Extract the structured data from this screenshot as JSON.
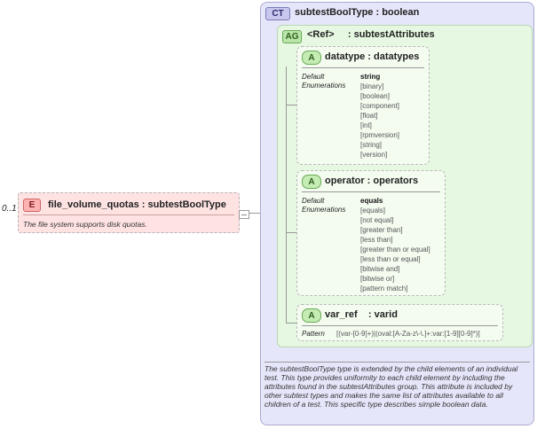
{
  "element": {
    "occurrence": "0..1",
    "badge": "E",
    "title": "file_volume_quotas : subtestBoolType",
    "documentation": "The file system supports disk quotas."
  },
  "complex_type": {
    "badge": "CT",
    "title": "subtestBoolType : boolean",
    "documentation": "The subtestBoolType type is extended by the child elements of an individual test.  This type provides uniformity to each child element by including the attributes found in the subtestAttributes group.  This attribute is included by other subtest types and makes the same list of attributes available to all children of a test.  This specific type describes simple boolean data."
  },
  "attribute_group": {
    "badge": "AG",
    "title": "<Ref>     : subtestAttributes"
  },
  "attributes": [
    {
      "badge": "A",
      "title": "datatype : datatypes",
      "default_label": "Default",
      "default_value": "string",
      "enum_label": "Enumerations",
      "enumerations": [
        "[binary]",
        "[boolean]",
        "[component]",
        "[float]",
        "[int]",
        "[rpmversion]",
        "[string]",
        "[version]"
      ]
    },
    {
      "badge": "A",
      "title": "operator : operators",
      "default_label": "Default",
      "default_value": "equals",
      "enum_label": "Enumerations",
      "enumerations": [
        "[equals]",
        "[not equal]",
        "[greater than]",
        "[less than]",
        "[greater than or equal]",
        "[less than or equal]",
        "[bitwise and]",
        "[bitwise or]",
        "[pattern match]"
      ]
    },
    {
      "badge": "A",
      "title": "var_ref    : varid",
      "pattern_label": "Pattern",
      "pattern_value": "[(var-[0-9]+)|(oval:[A-Za-z\\-\\.]+:var:[1-9][0-9]*)]"
    }
  ]
}
